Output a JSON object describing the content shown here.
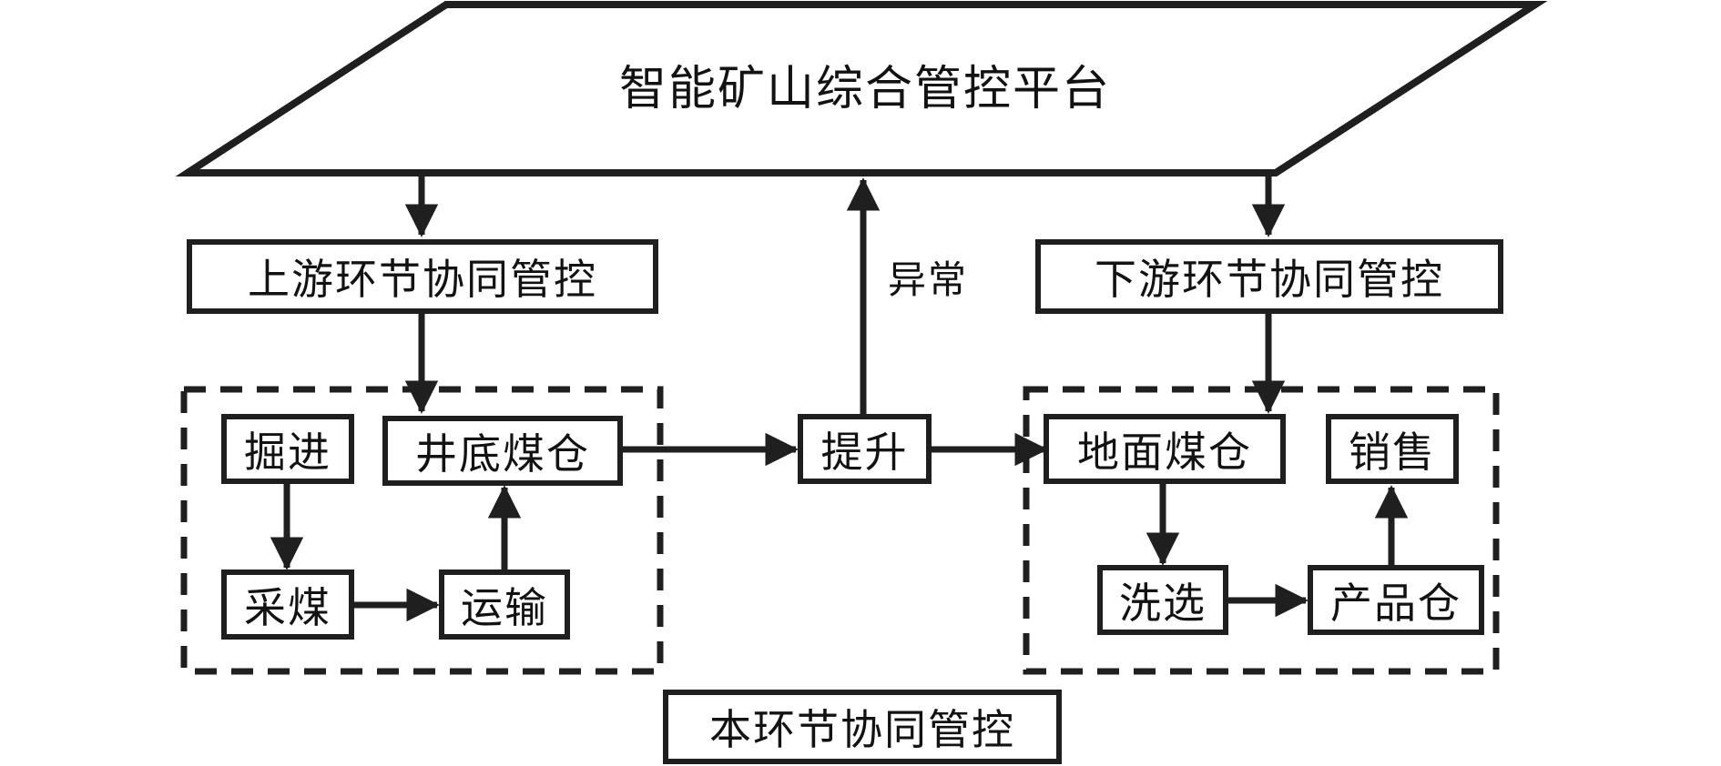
{
  "diagram": {
    "type": "flowchart",
    "platform": {
      "name": "platform-banner",
      "shape": "parallelogram",
      "label": "智能矿山综合管控平台"
    },
    "control_layers": {
      "upstream": "上游环节协同管控",
      "downstream": "下游环节协同管控",
      "current": "本环节协同管控"
    },
    "edge_labels": {
      "exception": "异常"
    },
    "groups": [
      {
        "id": "upstream-group",
        "style": "dashed",
        "nodes": [
          {
            "id": "tunneling",
            "label": "掘进"
          },
          {
            "id": "underground-coal-bunker",
            "label": "井底煤仓"
          },
          {
            "id": "coal-mining",
            "label": "采煤"
          },
          {
            "id": "transport",
            "label": "运输"
          }
        ]
      },
      {
        "id": "downstream-group",
        "style": "dashed",
        "nodes": [
          {
            "id": "surface-coal-bunker",
            "label": "地面煤仓"
          },
          {
            "id": "sales",
            "label": "销售"
          },
          {
            "id": "washing",
            "label": "洗选"
          },
          {
            "id": "product-warehouse",
            "label": "产品仓"
          }
        ]
      }
    ],
    "standalone_nodes": [
      {
        "id": "hoisting",
        "label": "提升"
      }
    ],
    "connections": [
      {
        "from": "platform-banner",
        "to": "upstream-control",
        "kind": "arrow-down"
      },
      {
        "from": "platform-banner",
        "to": "downstream-control",
        "kind": "arrow-down"
      },
      {
        "from": "hoisting",
        "to": "platform-banner",
        "kind": "arrow-up",
        "label": "异常"
      },
      {
        "from": "upstream-control",
        "to": "underground-coal-bunker",
        "kind": "arrow-down"
      },
      {
        "from": "downstream-control",
        "to": "surface-coal-bunker",
        "kind": "arrow-down"
      },
      {
        "from": "tunneling",
        "to": "coal-mining",
        "kind": "arrow-down"
      },
      {
        "from": "coal-mining",
        "to": "transport",
        "kind": "arrow-right"
      },
      {
        "from": "transport",
        "to": "underground-coal-bunker",
        "kind": "arrow-up"
      },
      {
        "from": "underground-coal-bunker",
        "to": "hoisting",
        "kind": "arrow-right"
      },
      {
        "from": "hoisting",
        "to": "surface-coal-bunker",
        "kind": "arrow-right"
      },
      {
        "from": "surface-coal-bunker",
        "to": "washing",
        "kind": "arrow-down"
      },
      {
        "from": "washing",
        "to": "product-warehouse",
        "kind": "arrow-right"
      },
      {
        "from": "product-warehouse",
        "to": "sales",
        "kind": "arrow-up"
      }
    ],
    "colors": {
      "stroke": "#1f1f1f",
      "background": "#ffffff",
      "text": "#121212"
    }
  }
}
